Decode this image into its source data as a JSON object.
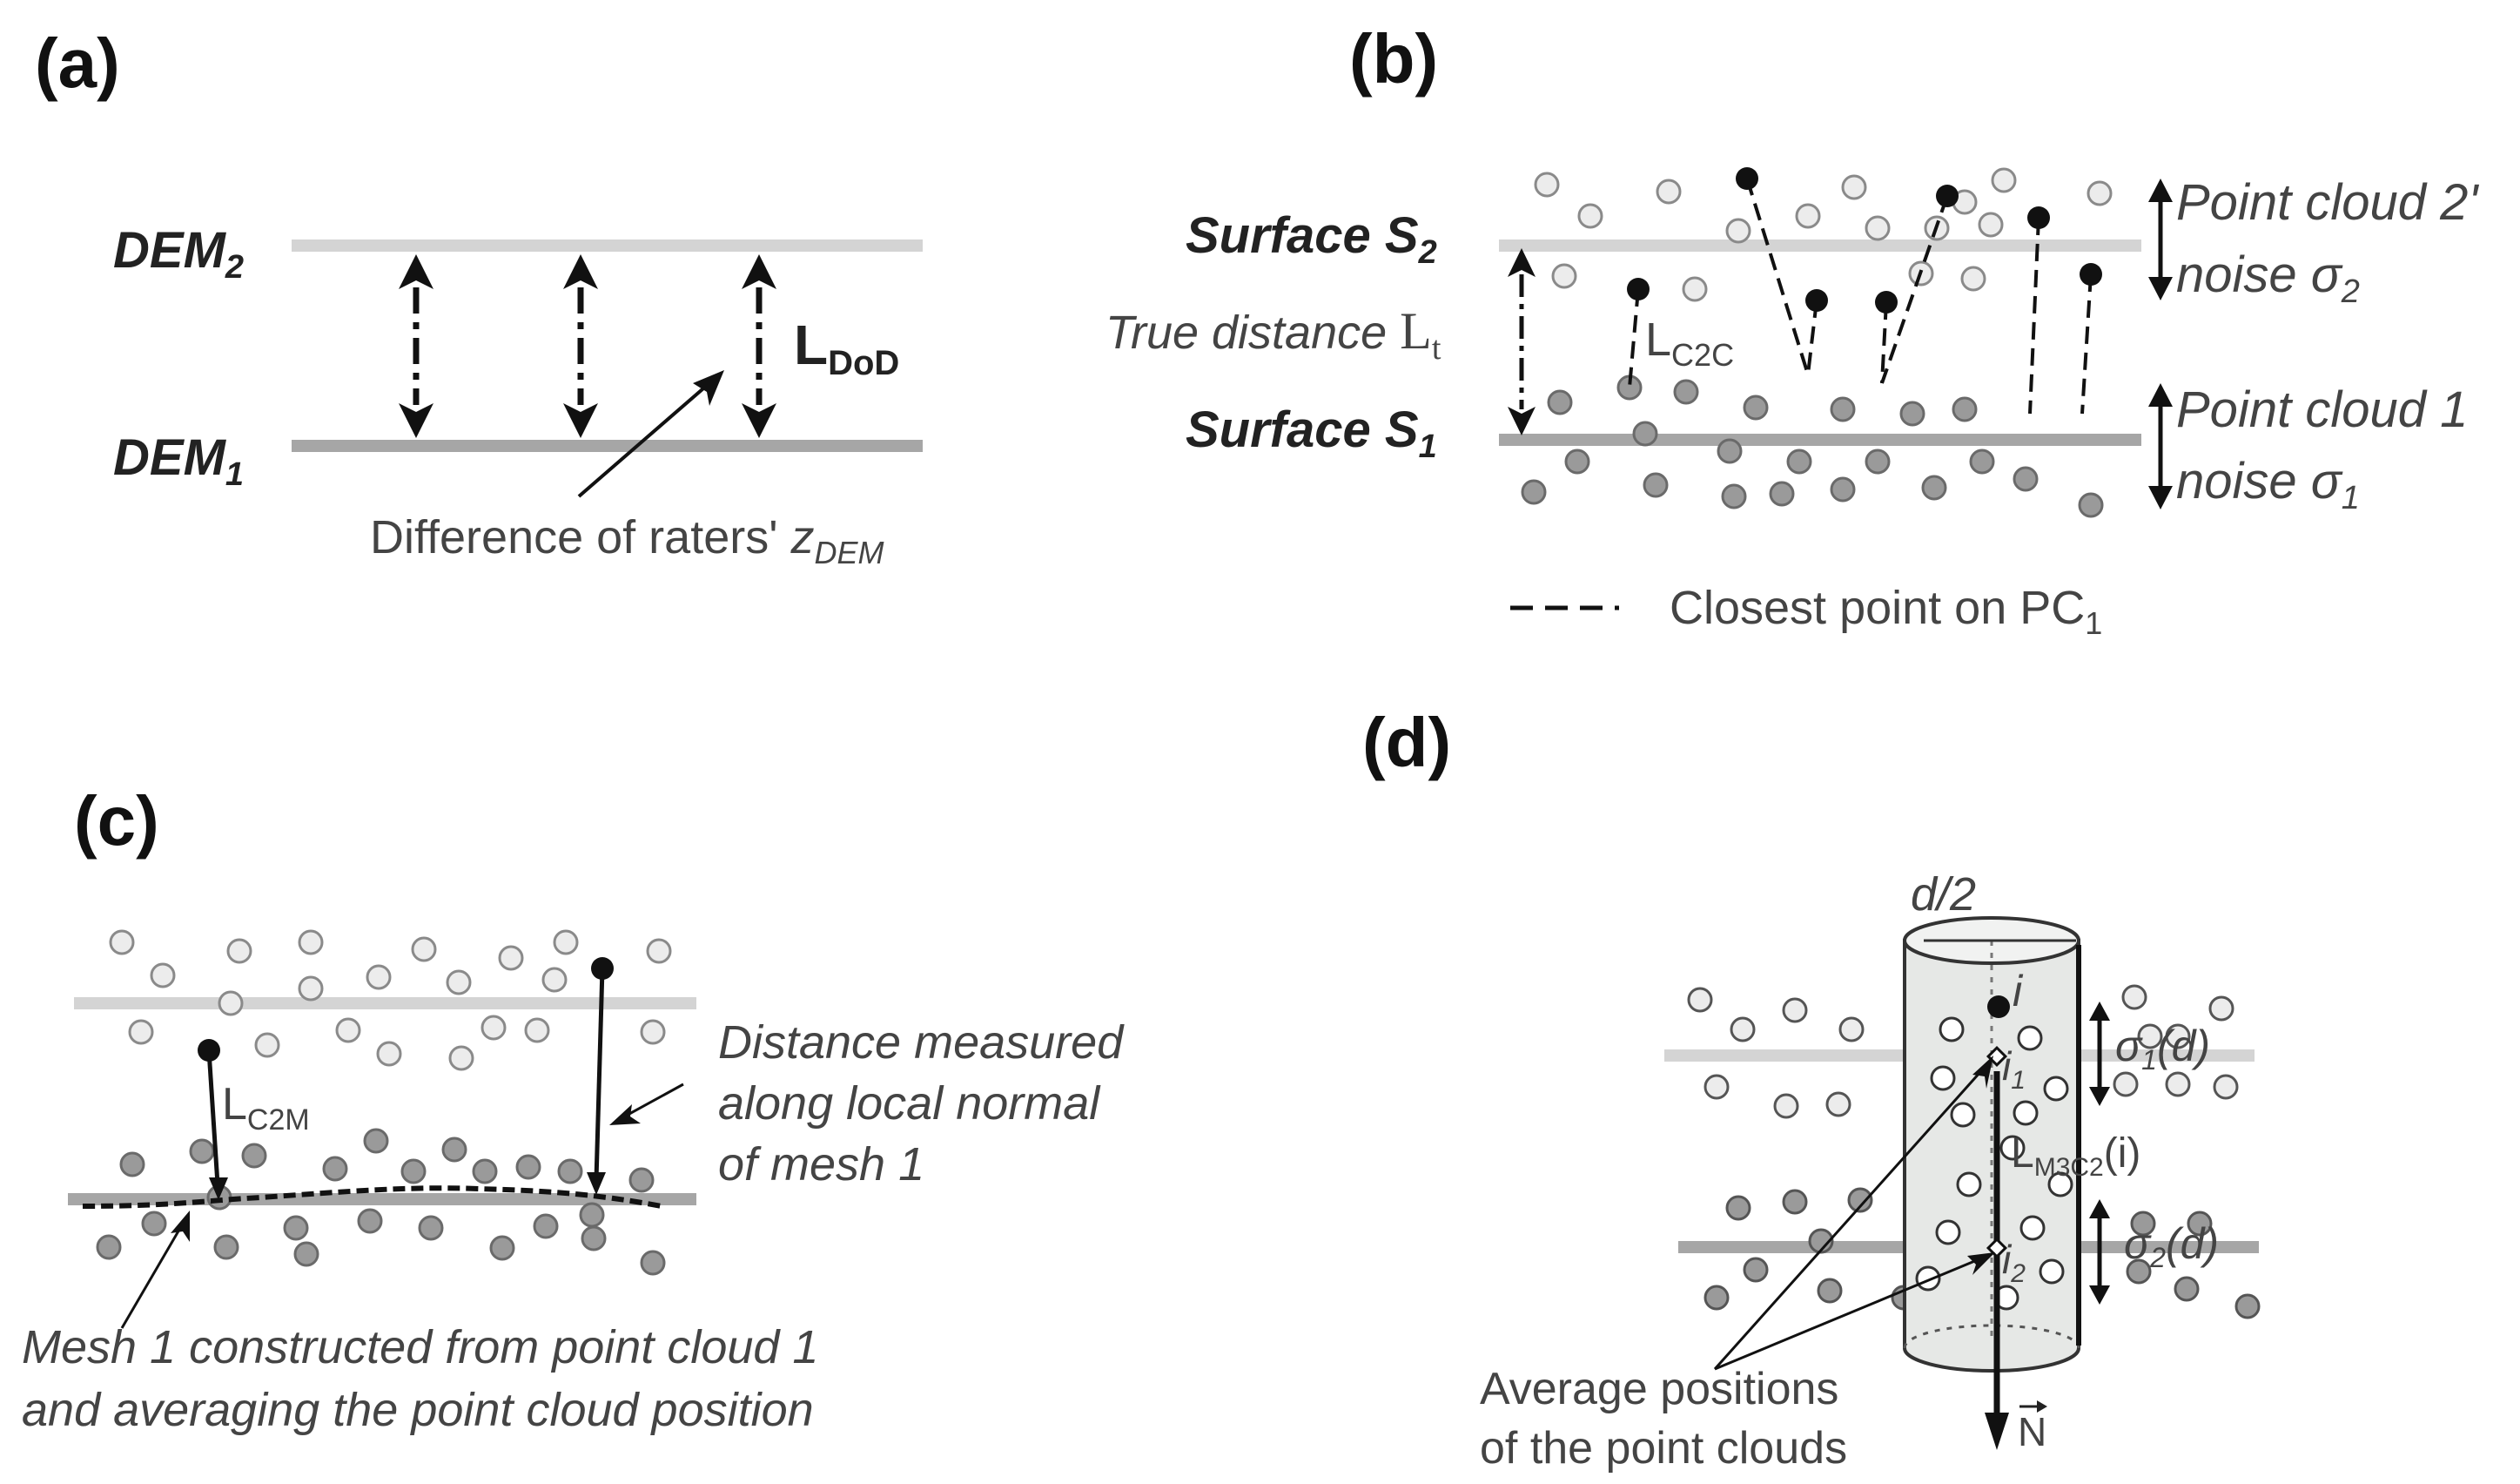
{
  "panels": {
    "a": {
      "label": "(a)",
      "dem2": "DEM",
      "dem2_sub": "2",
      "dem1": "DEM",
      "dem1_sub": "1",
      "l_main": "L",
      "l_sub": "DoD",
      "caption_main": "Difference of raters' ",
      "caption_italic": "z",
      "caption_sub": "DEM"
    },
    "b": {
      "label": "(b)",
      "surface2": "Surface S",
      "surface2_sub": "2",
      "surface1": "Surface S",
      "surface1_sub": "1",
      "true_distance": "True distance ",
      "lt_main": "L",
      "lt_sub": "t",
      "lc2c_main": "L",
      "lc2c_sub": "C2C",
      "pc2_line1": "Point cloud 2'",
      "pc2_line2": "noise σ",
      "pc2_sub": "2",
      "pc1_line1": "Point cloud 1",
      "pc1_line2": "noise σ",
      "pc1_sub": "1",
      "legend_main": "Closest point on PC",
      "legend_sub": "1"
    },
    "c": {
      "label": "(c)",
      "lc2m_main": "L",
      "lc2m_sub": "C2M",
      "dist_line1": "Distance measured",
      "dist_line2": "along local normal",
      "dist_line3": "of mesh 1",
      "mesh_line1": "Mesh 1 constructed from point cloud 1",
      "mesh_line2": "and averaging the point cloud position"
    },
    "d": {
      "label": "(d)",
      "d_half": "d/2",
      "i_label": "i",
      "i1_main": "i",
      "i1_sub": "1",
      "i2_main": "i",
      "i2_sub": "2",
      "sigma1_main": "σ",
      "sigma1_sub": "1",
      "sigma1_rest": "(d)",
      "sigma2_main": "σ",
      "sigma2_sub": "2",
      "sigma2_rest": "(d)",
      "lm3c2_main": "L",
      "lm3c2_sub": "M3C2",
      "lm3c2_rest": "(i)",
      "n_label": "N",
      "avg_line1": "Average positions",
      "avg_line2": "of the point clouds"
    }
  },
  "colors": {
    "surface_light": "#d4d4d4",
    "surface_dark": "#a6a6a6",
    "point_light_fill": "#ececec",
    "point_light_stroke": "#8a8a8a",
    "point_dark_fill": "#9a9a9a",
    "point_dark_stroke": "#6a6a6a",
    "cylinder_fill": "#e6e8e6"
  }
}
